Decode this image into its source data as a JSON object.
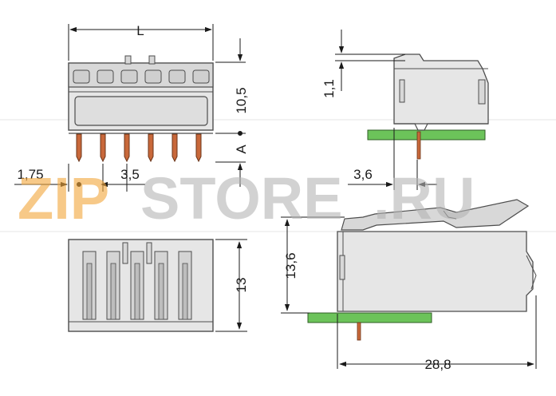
{
  "watermark": {
    "part1": "ZIP",
    "part2": "STORE",
    "part3": ".RU"
  },
  "dimensions": {
    "length": "L",
    "height_top": "10,5",
    "height_a": "A",
    "edge_pitch": "1,75",
    "pitch": "3,5",
    "side_offset": "1,1",
    "pin_offset": "3,6",
    "total_height": "13,6",
    "front_height": "13",
    "depth": "28,8"
  },
  "colors": {
    "body_fill": "#e6e6e6",
    "body_stroke": "#4d4d4d",
    "pin_fill": "#c8683a",
    "pcb_fill": "#6cc35a",
    "watermark_orange": "#f3a63a",
    "watermark_gray": "#b5b5b5"
  }
}
